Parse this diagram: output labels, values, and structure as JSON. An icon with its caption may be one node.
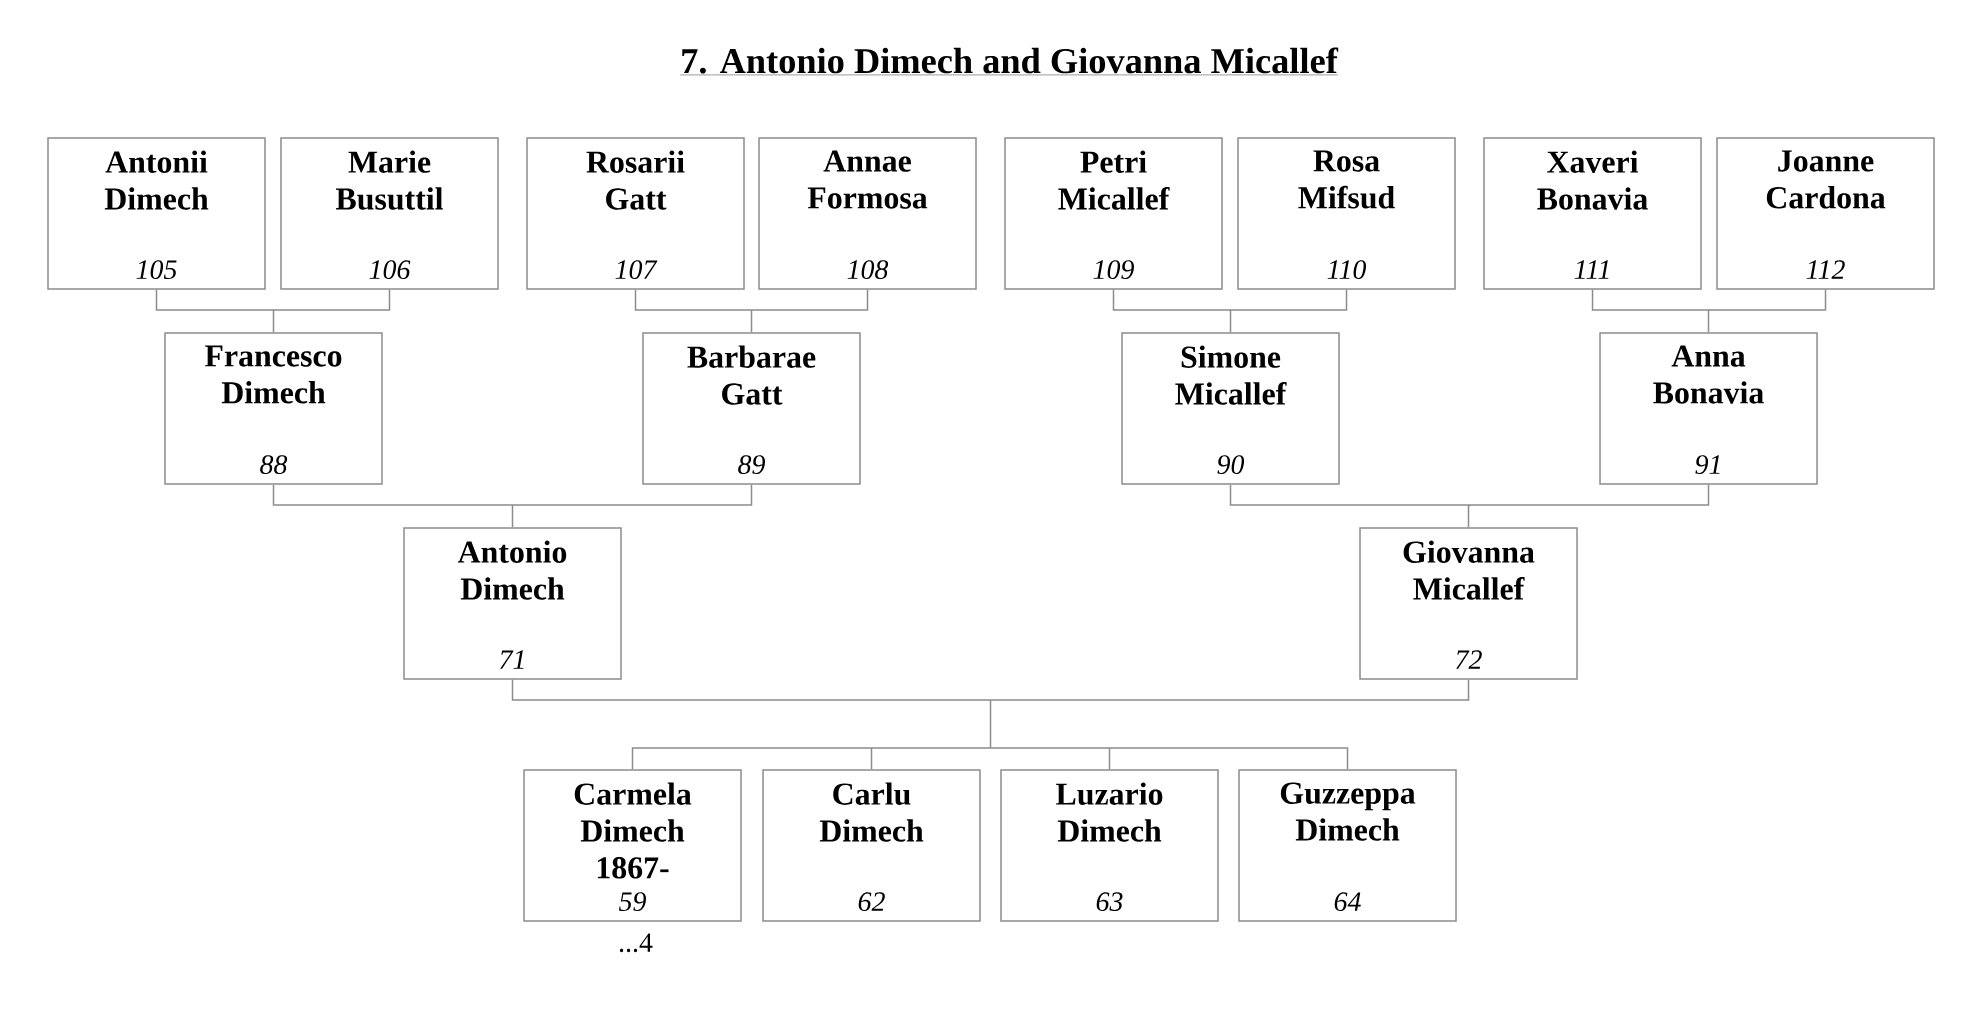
{
  "diagram": {
    "title": "7. Antonio Dimech and Giovanna Micallef",
    "nodes": [
      {
        "text": [
          "Antonii Dimech",
          "105"
        ]
      },
      {
        "text": [
          "Marie Busuttil",
          "106"
        ]
      },
      {
        "text": [
          "Rosarii Gatt",
          "107"
        ]
      },
      {
        "text": [
          "Annae Formosa",
          "108"
        ]
      },
      {
        "text": [
          "Petri Micallef",
          "109"
        ]
      },
      {
        "text": [
          "Rosa Mifsud",
          "110"
        ]
      },
      {
        "text": [
          "Xaveri Bonavia",
          "111"
        ]
      },
      {
        "text": [
          "Joanne Cardona",
          "112"
        ]
      },
      {
        "text": [
          "Francesco Dimech",
          "88"
        ]
      },
      {
        "text": [
          "Barbarae Gatt",
          "89"
        ]
      },
      {
        "text": [
          "Simone Micallef",
          "90"
        ]
      },
      {
        "text": [
          "Anna Bonavia",
          "91"
        ]
      },
      {
        "text": [
          "Antonio Dimech",
          "71"
        ]
      },
      {
        "text": [
          "Giovanna Micallef",
          "72"
        ]
      },
      {
        "text": [
          "Carmela Dimech 1867-",
          "59"
        ],
        "beside": [
          "...4"
        ]
      },
      {
        "text": [
          "Carlu Dimech",
          "62"
        ]
      },
      {
        "text": [
          "Luzario Dimech",
          "63"
        ]
      },
      {
        "text": [
          "Guzzeppa Dimech",
          "64"
        ]
      }
    ],
    "edges": [
      {
        "from": 0,
        "to": 8,
        "arrow": "none"
      },
      {
        "from": 1,
        "to": 8,
        "arrow": "none"
      },
      {
        "from": 2,
        "to": 9,
        "arrow": "none"
      },
      {
        "from": 3,
        "to": 9,
        "arrow": "none"
      },
      {
        "from": 4,
        "to": 10,
        "arrow": "none"
      },
      {
        "from": 5,
        "to": 10,
        "arrow": "none"
      },
      {
        "from": 6,
        "to": 11,
        "arrow": "none"
      },
      {
        "from": 7,
        "to": 11,
        "arrow": "none"
      },
      {
        "from": 8,
        "to": 12,
        "arrow": "none"
      },
      {
        "from": 9,
        "to": 12,
        "arrow": "none"
      },
      {
        "from": 10,
        "to": 13,
        "arrow": "none"
      },
      {
        "from": 11,
        "to": 13,
        "arrow": "none"
      },
      {
        "from": 12,
        "to": 14,
        "arrow": "none"
      },
      {
        "from": 13,
        "to": 14,
        "arrow": "none"
      },
      {
        "from": 12,
        "to": 15,
        "arrow": "none"
      },
      {
        "from": 13,
        "to": 15,
        "arrow": "none"
      },
      {
        "from": 12,
        "to": 16,
        "arrow": "none"
      },
      {
        "from": 13,
        "to": 16,
        "arrow": "none"
      },
      {
        "from": 12,
        "to": 17,
        "arrow": "none"
      },
      {
        "from": 13,
        "to": 17,
        "arrow": "none"
      }
    ]
  }
}
